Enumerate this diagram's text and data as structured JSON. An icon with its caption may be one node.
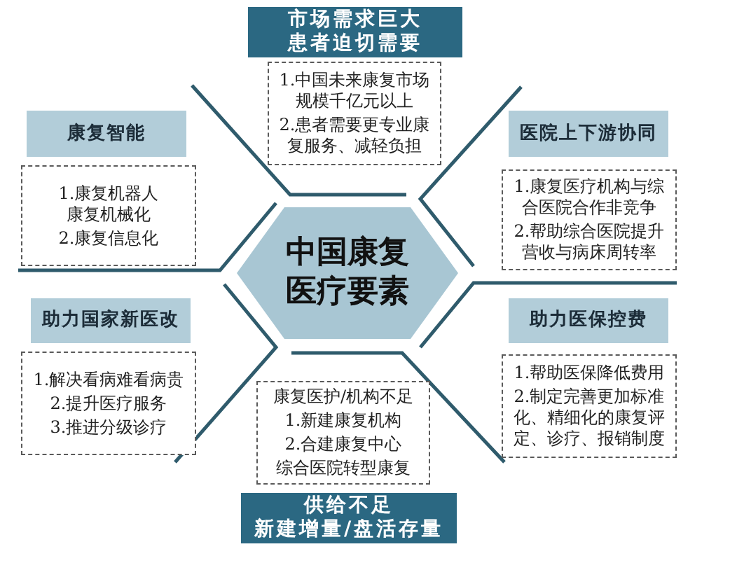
{
  "diagram": {
    "nodes": [
      {
        "text": [
          "市场需求巨大",
          "患者迫切需要"
        ]
      },
      {
        "text": [
          "1.中国未来康复市场规模千亿元以上",
          "2.患者需要更专业康复服务、减轻负担"
        ]
      },
      {
        "text": [
          "康复智能"
        ]
      },
      {
        "text": [
          "医院上下游协同"
        ]
      },
      {
        "text": [
          "1.康复机器人康复机械化",
          "2.康复信息化"
        ]
      },
      {
        "text": [
          "1.康复医疗机构与综合医院合作非竞争",
          "2.帮助综合医院提升营收与病床周转率"
        ]
      },
      {
        "text": [
          "中国康复医疗要素"
        ]
      },
      {
        "text": [
          "助力国家新医改"
        ]
      },
      {
        "text": [
          "助力医保控费"
        ]
      },
      {
        "text": [
          "1.解决看病难看病贵",
          "2.提升医疗服务",
          "3.推进分级诊疗"
        ]
      },
      {
        "text": [
          "1.帮助医保降低费用",
          "2.制定完善更加标准化、精细化的康复评定、诊疗、报销制度"
        ]
      },
      {
        "text": [
          "康复医护/机构不足",
          "1.新建康复机构",
          "2.合建康复中心",
          "综合医院转型康复"
        ]
      },
      {
        "text": [
          "供给不足",
          "新建增量/盘活存量"
        ]
      }
    ]
  }
}
